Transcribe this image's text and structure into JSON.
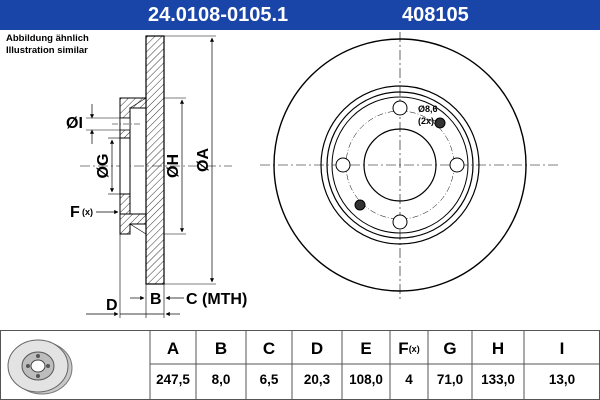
{
  "header": {
    "part_number": "24.0108-0105.1",
    "reference": "408105",
    "background": "#1a45a8"
  },
  "note": {
    "line1": "Abbildung ähnlich",
    "line2": "Illustration similar"
  },
  "drawing": {
    "labels": {
      "dia_I": "ØI",
      "dia_G": "ØG",
      "dia_H": "ØH",
      "dia_A": "ØA",
      "F": "F",
      "F_sub": "(x)",
      "D": "D",
      "B": "B",
      "C": "C (MTH)",
      "hole_dia": "Ø8,6",
      "hole_count": "(2x)"
    }
  },
  "specs": {
    "headers": [
      "A",
      "B",
      "C",
      "D",
      "E",
      "F",
      "G",
      "H",
      "I"
    ],
    "f_suffix": "(x)",
    "values": [
      "247,5",
      "8,0",
      "6,5",
      "20,3",
      "108,0",
      "4",
      "71,0",
      "133,0",
      "13,0"
    ]
  }
}
